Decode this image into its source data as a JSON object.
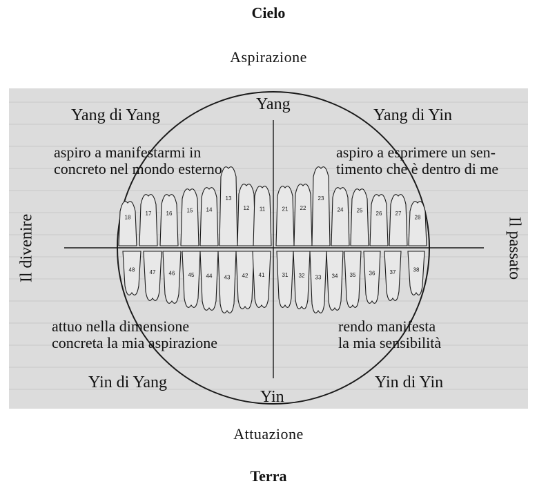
{
  "header": {
    "title": "Cielo",
    "subtitle": "Aspirazione"
  },
  "footer": {
    "subtitle": "Attuazione",
    "title": "Terra"
  },
  "diagram": {
    "axis_top": "Yang",
    "axis_bottom": "Yin",
    "side_left": "Il divenire",
    "side_right": "Il passato",
    "quadrants": {
      "top_left_title": "Yang di Yang",
      "top_right_title": "Yang di Yin",
      "bottom_left_title": "Yin di Yang",
      "bottom_right_title": "Yin di Yin",
      "top_left_text": [
        "aspiro a manifestarmi in",
        "concreto nel mondo esterno"
      ],
      "top_right_text": [
        "aspiro a esprimere un sen-",
        "timento che è dentro di me"
      ],
      "bottom_left_text": [
        "attuo nella dimensione",
        "concreta la mia aspirazione"
      ],
      "bottom_right_text": [
        "rendo manifesta",
        "la mia sensibilità"
      ]
    },
    "upper_teeth_left": [
      "18",
      "17",
      "16",
      "15",
      "14",
      "13",
      "12",
      "11"
    ],
    "upper_teeth_right": [
      "21",
      "22",
      "23",
      "24",
      "25",
      "26",
      "27",
      "28"
    ],
    "lower_teeth_left": [
      "48",
      "47",
      "46",
      "45",
      "44",
      "43",
      "42",
      "41"
    ],
    "lower_teeth_right": [
      "31",
      "32",
      "33",
      "34",
      "35",
      "36",
      "37",
      "38"
    ],
    "colors": {
      "panel": "#dcdcdc",
      "ink": "#1a1a1a"
    }
  }
}
